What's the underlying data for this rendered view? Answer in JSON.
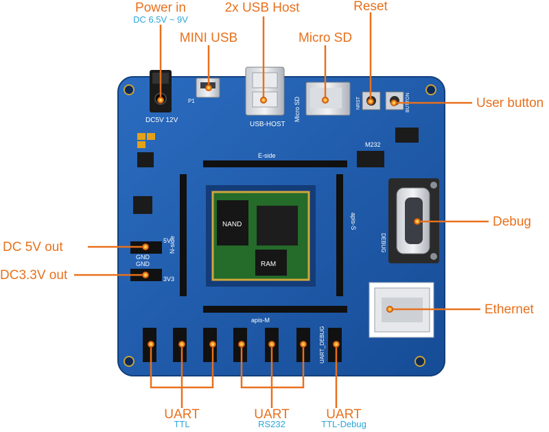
{
  "labels": {
    "power_in": "Power in",
    "power_in_sub": "DC 6.5V ~ 9V",
    "usb_host": "2x USB Host",
    "reset": "Reset",
    "mini_usb": "MINI USB",
    "micro_sd": "Micro SD",
    "user_button": "User button",
    "debug": "Debug",
    "dc5v_out": "DC 5V out",
    "dc33v_out": "DC3.3V out",
    "ethernet": "Ethernet",
    "uart_ttl": "UART",
    "uart_ttl_sub": "TTL",
    "uart_rs232": "UART",
    "uart_rs232_sub": "RS232",
    "uart_debug": "UART",
    "uart_debug_sub": "TTL-Debug"
  },
  "board": {
    "silk_dc": "DC5V 12V",
    "silk_usb_host": "USB-HOST",
    "silk_micro_sd": "Micro SD",
    "silk_nrst": "NRST",
    "silk_button": "BUTTON",
    "silk_m232": "M232",
    "silk_debug": "DEBUG",
    "silk_e_side": "E-side",
    "silk_n_side": "N-side",
    "silk_s_side": "apis-S",
    "silk_m_side": "apis-M",
    "silk_5v": "5V",
    "silk_gnd1": "GND",
    "silk_gnd2": "GND",
    "silk_3v3": "3V3",
    "silk_uart_debug": "UART_DEBUG",
    "chip_nand": "NAND",
    "chip_ram": "RAM",
    "silk_p1": "P1"
  },
  "colors": {
    "accent": "#e8701c",
    "sub": "#2aa6d9",
    "board": "#1d5aa8"
  }
}
